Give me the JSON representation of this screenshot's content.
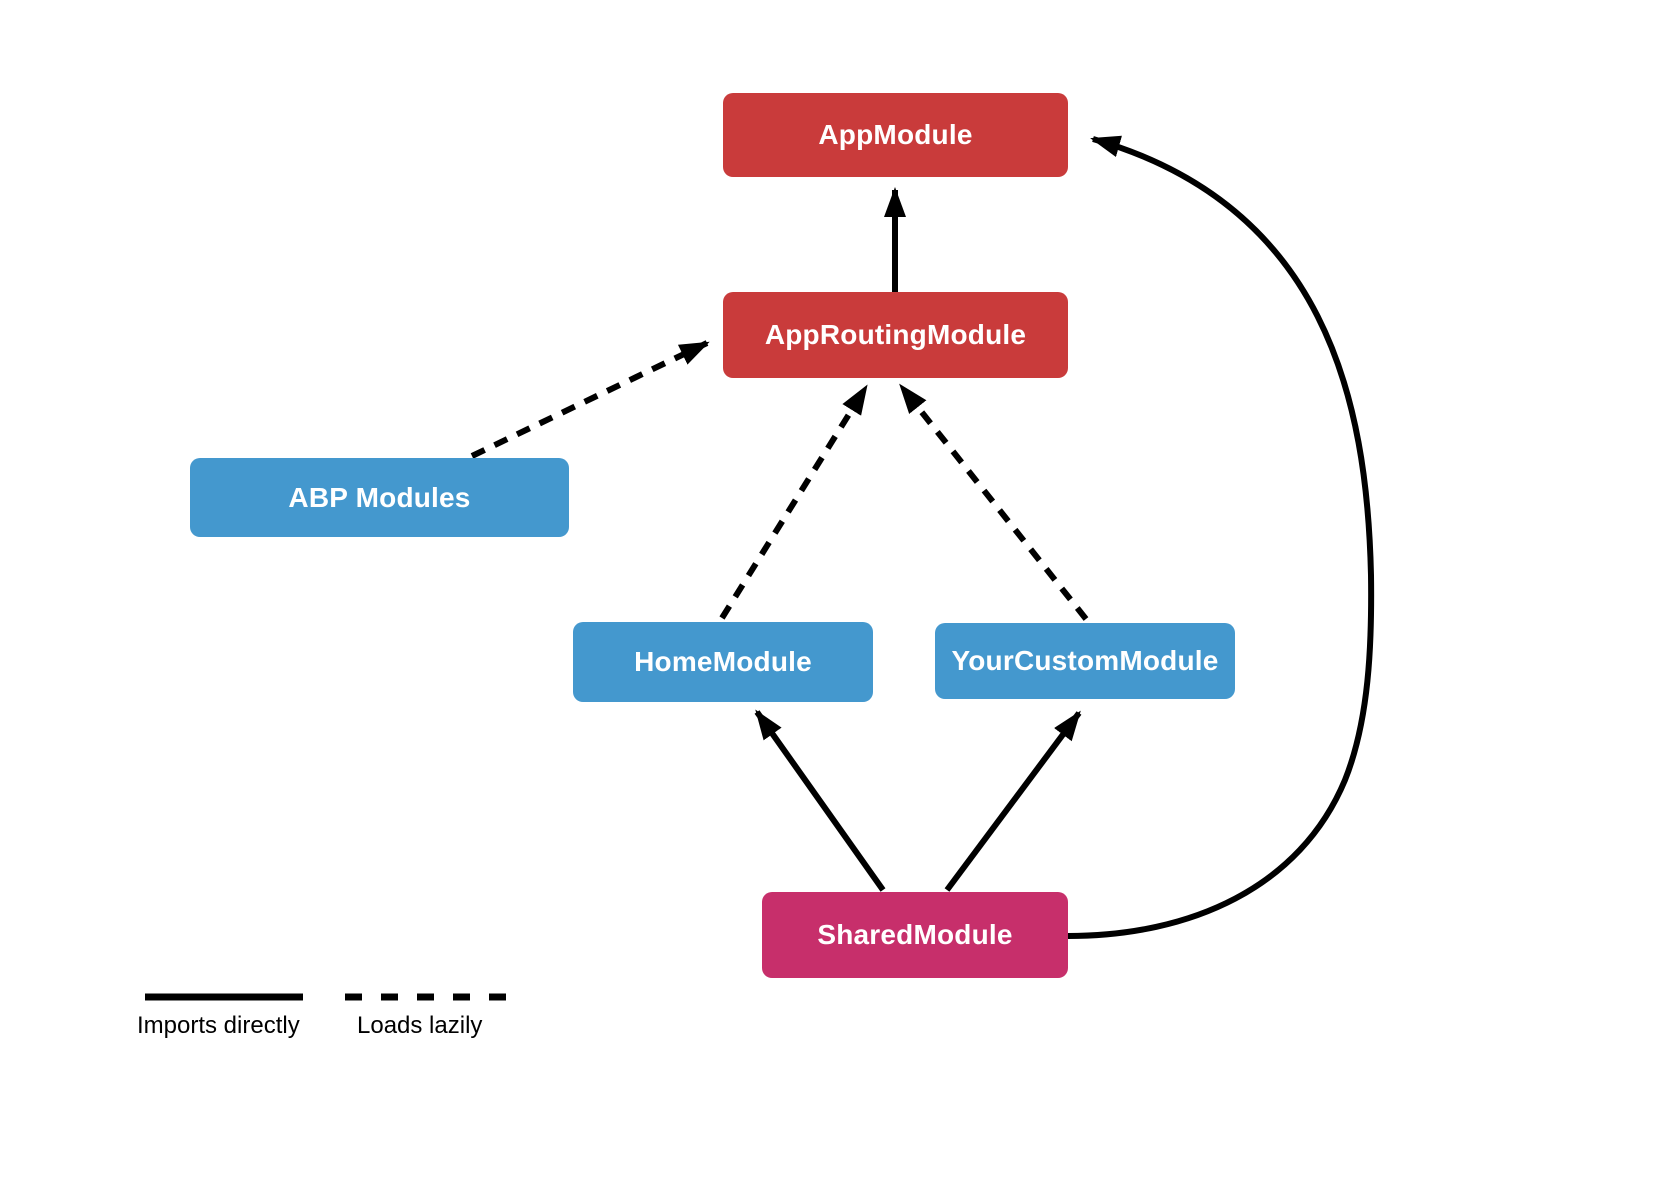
{
  "colors": {
    "background": "#ffffff",
    "red": "#c93b3b",
    "blue": "#4498ce",
    "magenta": "#c72f6b",
    "arrow": "#000000",
    "node_text": "#ffffff",
    "legend_text": "#000000"
  },
  "diagram": {
    "nodes": [
      {
        "id": "app-module",
        "label": "AppModule",
        "color": "red"
      },
      {
        "id": "app-routing-module",
        "label": "AppRoutingModule",
        "color": "red"
      },
      {
        "id": "abp-modules",
        "label": "ABP Modules",
        "color": "blue"
      },
      {
        "id": "home-module",
        "label": "HomeModule",
        "color": "blue"
      },
      {
        "id": "your-custom-module",
        "label": "YourCustomModule",
        "color": "blue"
      },
      {
        "id": "shared-module",
        "label": "SharedModule",
        "color": "magenta"
      }
    ],
    "edges": [
      {
        "from": "app-routing-module",
        "to": "app-module",
        "style": "solid",
        "meaning": "Imports directly"
      },
      {
        "from": "abp-modules",
        "to": "app-routing-module",
        "style": "dashed",
        "meaning": "Loads lazily"
      },
      {
        "from": "home-module",
        "to": "app-routing-module",
        "style": "dashed",
        "meaning": "Loads lazily"
      },
      {
        "from": "your-custom-module",
        "to": "app-routing-module",
        "style": "dashed",
        "meaning": "Loads lazily"
      },
      {
        "from": "shared-module",
        "to": "home-module",
        "style": "solid",
        "meaning": "Imports directly"
      },
      {
        "from": "shared-module",
        "to": "your-custom-module",
        "style": "solid",
        "meaning": "Imports directly"
      },
      {
        "from": "shared-module",
        "to": "app-module",
        "style": "solid",
        "meaning": "Imports directly"
      }
    ]
  },
  "legend": {
    "solid_label": "Imports directly",
    "dashed_label": "Loads lazily"
  }
}
